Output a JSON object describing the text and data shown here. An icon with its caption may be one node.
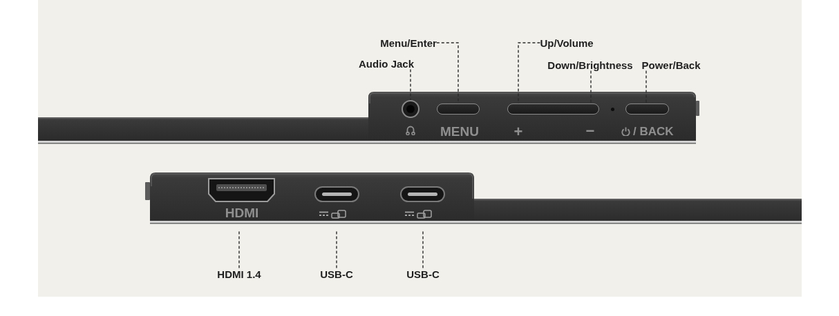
{
  "diagram": {
    "nodes": [
      {
        "text": [
          "Menu/Enter"
        ]
      },
      {
        "text": [
          "Up/Volume"
        ]
      },
      {
        "text": [
          "Audio Jack"
        ]
      },
      {
        "text": [
          "Down/Brightness"
        ]
      },
      {
        "text": [
          "Power/Back"
        ]
      },
      {
        "text": [],
        "shape": "circle"
      },
      {
        "text": [],
        "shape": "bar"
      },
      {
        "text": [],
        "shape": "bar"
      },
      {
        "text": [],
        "shape": "bar"
      },
      {
        "text": [
          "HDMI 1.4"
        ]
      },
      {
        "text": [
          "USB-C"
        ]
      },
      {
        "text": [
          "USB-C"
        ]
      }
    ],
    "edges": [
      {
        "from": 0,
        "to": 6,
        "arrow": "none",
        "style": "dashed"
      },
      {
        "from": 1,
        "to": 7,
        "arrow": "none",
        "style": "dashed"
      },
      {
        "from": 2,
        "to": 5,
        "arrow": "none",
        "style": "dashed"
      },
      {
        "from": 3,
        "to": 7,
        "arrow": "none",
        "style": "dashed"
      },
      {
        "from": 4,
        "to": 8,
        "arrow": "none",
        "style": "dashed"
      },
      {
        "from": 9,
        "to": null,
        "arrow": "none",
        "style": "dashed"
      },
      {
        "from": 10,
        "to": null,
        "arrow": "none",
        "style": "dashed"
      },
      {
        "from": 11,
        "to": null,
        "arrow": "none",
        "style": "dashed"
      }
    ],
    "labels": [
      "MENU",
      "+",
      "−",
      "/ BACK",
      "HDMI"
    ]
  }
}
